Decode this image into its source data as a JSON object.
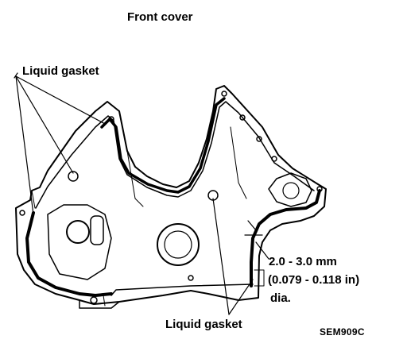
{
  "title": "Front cover",
  "callouts": {
    "liquid_gasket_top": "Liquid gasket",
    "liquid_gasket_bottom": "Liquid gasket",
    "bead_size_mm": "2.0 - 3.0 mm",
    "bead_size_in": "(0.079 - 0.118 in)",
    "bead_size_suffix": "dia."
  },
  "figure_code": "SEM909C",
  "colors": {
    "ink": "#000000",
    "paper": "#ffffff"
  }
}
